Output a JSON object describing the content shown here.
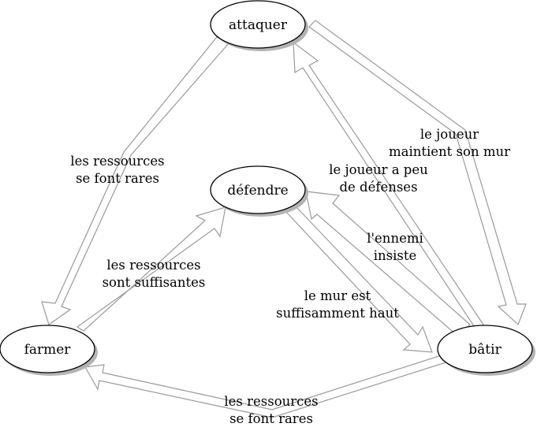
{
  "states": {
    "attaquer": "attaquer",
    "defendre": "défendre",
    "farmer": "farmer",
    "batir": "bâtir"
  },
  "transitions": {
    "attaquer_to_farmer": {
      "line1": "les ressources",
      "line2": "se font rares"
    },
    "farmer_to_defendre": {
      "line1": "les ressources",
      "line2": "sont suffisantes"
    },
    "batir_to_farmer": {
      "line1": "les ressources",
      "line2": "se font rares"
    },
    "attaquer_to_batir": {
      "line1": "le joueur",
      "line2": "maintient son mur"
    },
    "batir_to_defendre": {
      "line1": "le joueur a peu",
      "line2": "de défenses"
    },
    "batir_to_attaquer": {
      "line1": "l'ennemi",
      "line2": "insiste"
    },
    "defendre_to_batir": {
      "line1": "le mur est",
      "line2": "suffisamment haut"
    }
  },
  "colors": {
    "arrow_outline": "#9a9a9a",
    "node_shadow": "#b3b3b3",
    "node_outline": "#000000"
  }
}
